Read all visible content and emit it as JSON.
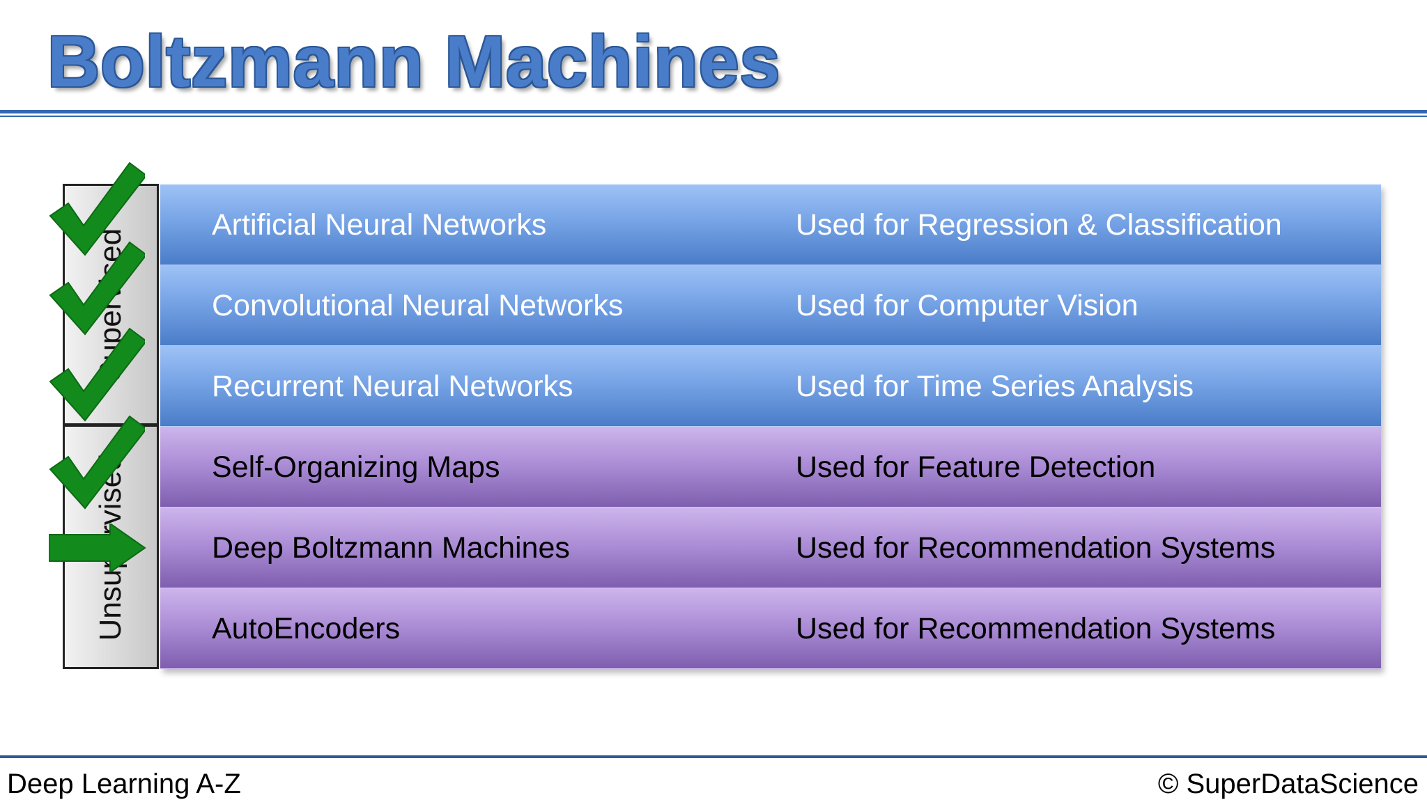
{
  "title": "Boltzmann Machines",
  "categories": {
    "supervised": "Supervised",
    "unsupervised": "Unsupervised"
  },
  "rows": [
    {
      "name": "Artificial Neural Networks",
      "use": "Used for Regression & Classification",
      "group": "supervised",
      "marker": "check"
    },
    {
      "name": "Convolutional Neural Networks",
      "use": "Used for Computer Vision",
      "group": "supervised",
      "marker": "check"
    },
    {
      "name": "Recurrent Neural Networks",
      "use": "Used for Time Series Analysis",
      "group": "supervised",
      "marker": "check"
    },
    {
      "name": "Self-Organizing Maps",
      "use": "Used for Feature Detection",
      "group": "unsupervised",
      "marker": "check"
    },
    {
      "name": "Deep Boltzmann Machines",
      "use": "Used for Recommendation Systems",
      "group": "unsupervised",
      "marker": "arrow"
    },
    {
      "name": "AutoEncoders",
      "use": "Used for Recommendation Systems",
      "group": "unsupervised",
      "marker": "none"
    }
  ],
  "footer": {
    "left": "Deep Learning A-Z",
    "right": "© SuperDataScience"
  },
  "colors": {
    "title": "#4a7dc9",
    "supervised_row": "#77a4e6",
    "unsupervised_row": "#a98ad4",
    "marker": "#138a1c"
  },
  "icons": {
    "check": "checkmark-icon",
    "arrow": "right-arrow-icon"
  }
}
